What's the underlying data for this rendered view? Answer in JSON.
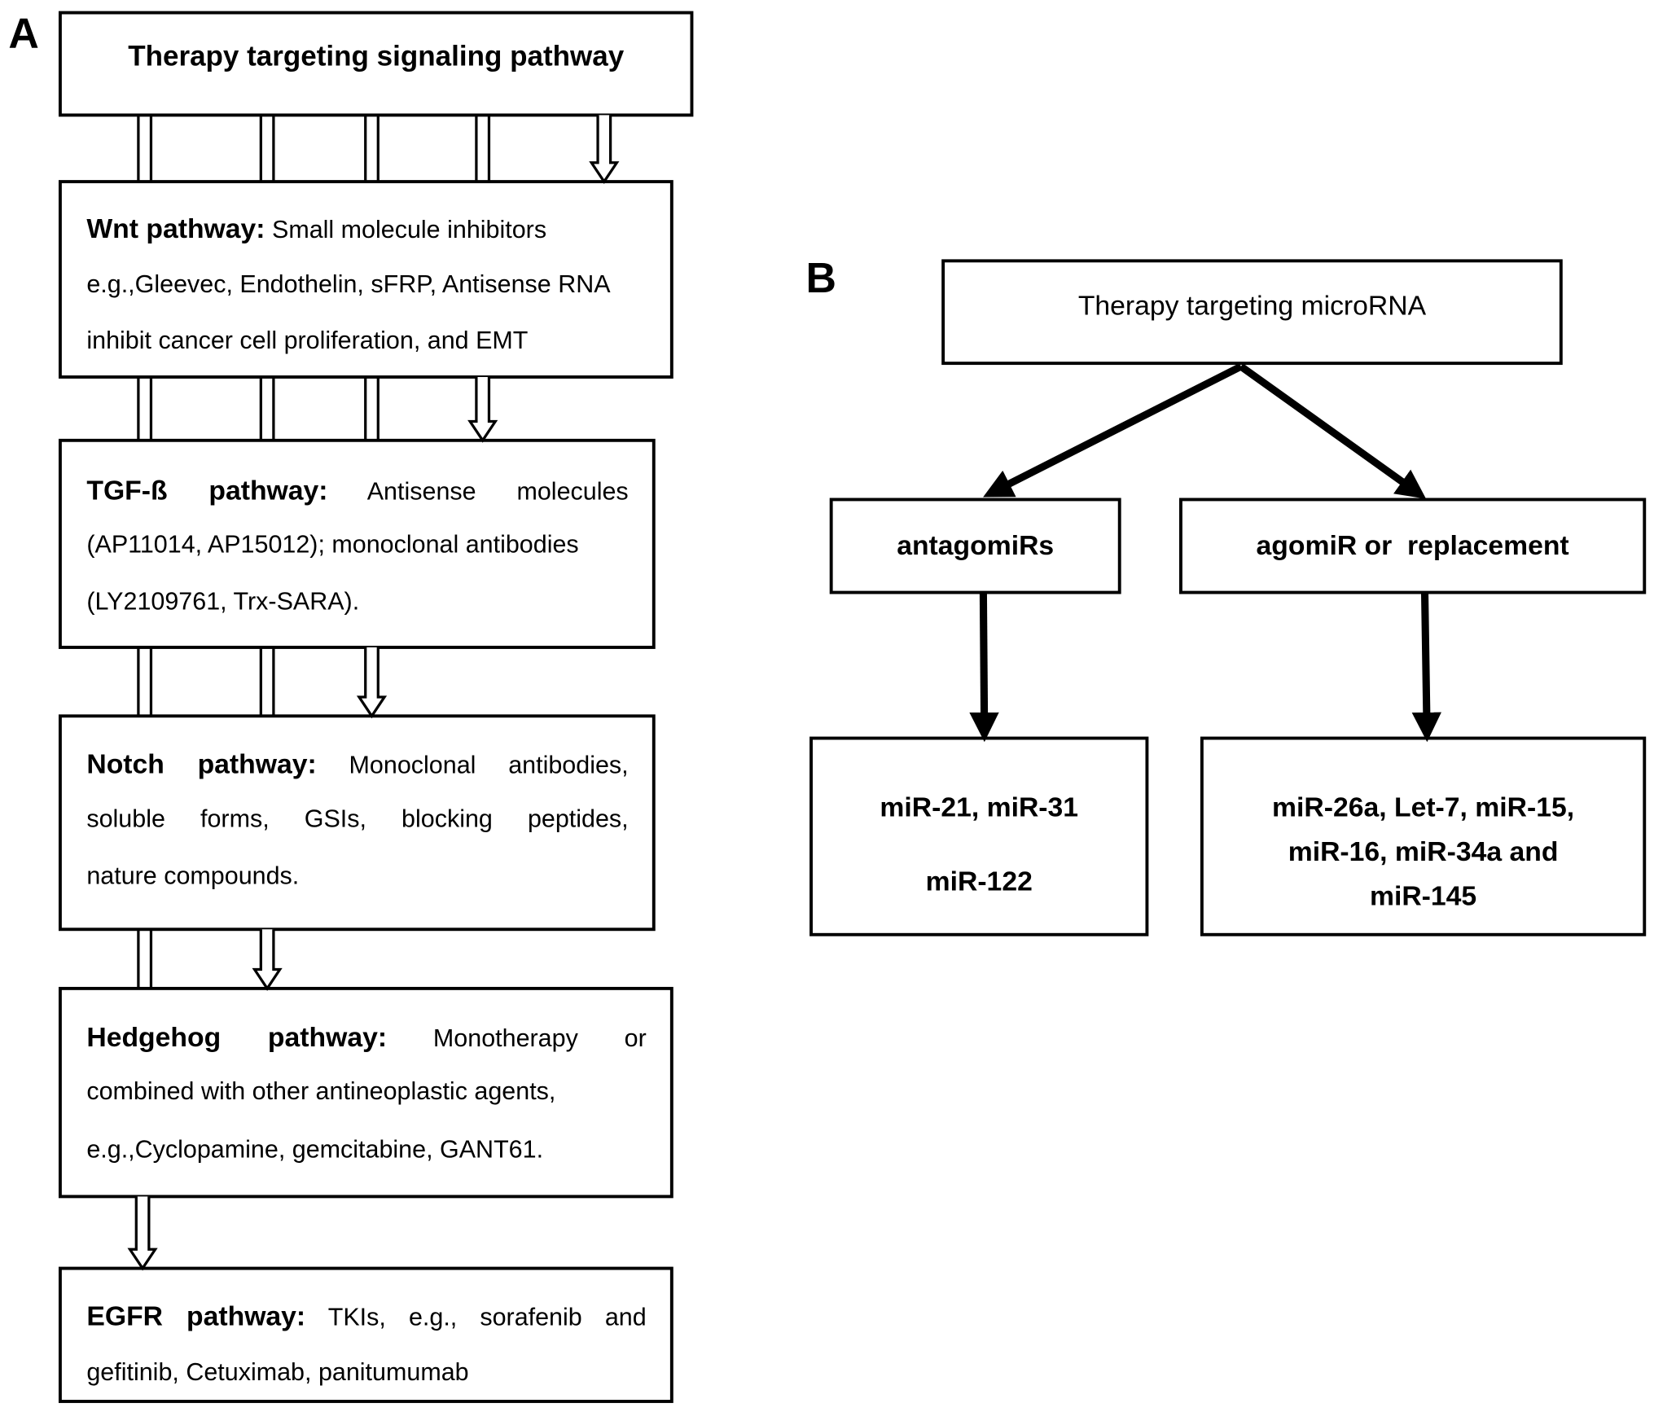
{
  "panel_a": {
    "label": "A",
    "root": "Therapy targeting signaling pathway",
    "boxes": [
      {
        "bold": "Wnt pathway:",
        "lines": [
          "Small molecule inhibitors",
          "e.g.,Gleevec, Endothelin, sFRP, Antisense RNA",
          "inhibit cancer cell proliferation, and EMT"
        ]
      },
      {
        "bold": "TGF-ß pathway:",
        "lines": [
          "Antisense molecules",
          "(AP11014, AP15012); monoclonal antibodies",
          "(LY2109761, Trx-SARA)."
        ]
      },
      {
        "bold": "Notch pathway:",
        "lines": [
          "Monoclonal antibodies,",
          "soluble forms, GSIs, blocking peptides,",
          "nature compounds."
        ]
      },
      {
        "bold": "Hedgehog pathway:",
        "lines": [
          "Monotherapy or",
          "combined with other antineoplastic agents,",
          "e.g.,Cyclopamine, gemcitabine, GANT61."
        ]
      },
      {
        "bold": "EGFR pathway:",
        "lines": [
          "TKIs, e.g., sorafenib and",
          "gefitinib, Cetuximab, panitumumab"
        ]
      }
    ]
  },
  "panel_b": {
    "label": "B",
    "root": "Therapy targeting microRNA",
    "left": {
      "label": "antagomiRs",
      "lines": [
        "miR-21, miR-31",
        "miR-122"
      ]
    },
    "right": {
      "label": "agomiR or  replacement",
      "lines": [
        "miR-26a, Let-7, miR-15,",
        "miR-16, miR-34a and",
        "miR-145"
      ]
    }
  }
}
